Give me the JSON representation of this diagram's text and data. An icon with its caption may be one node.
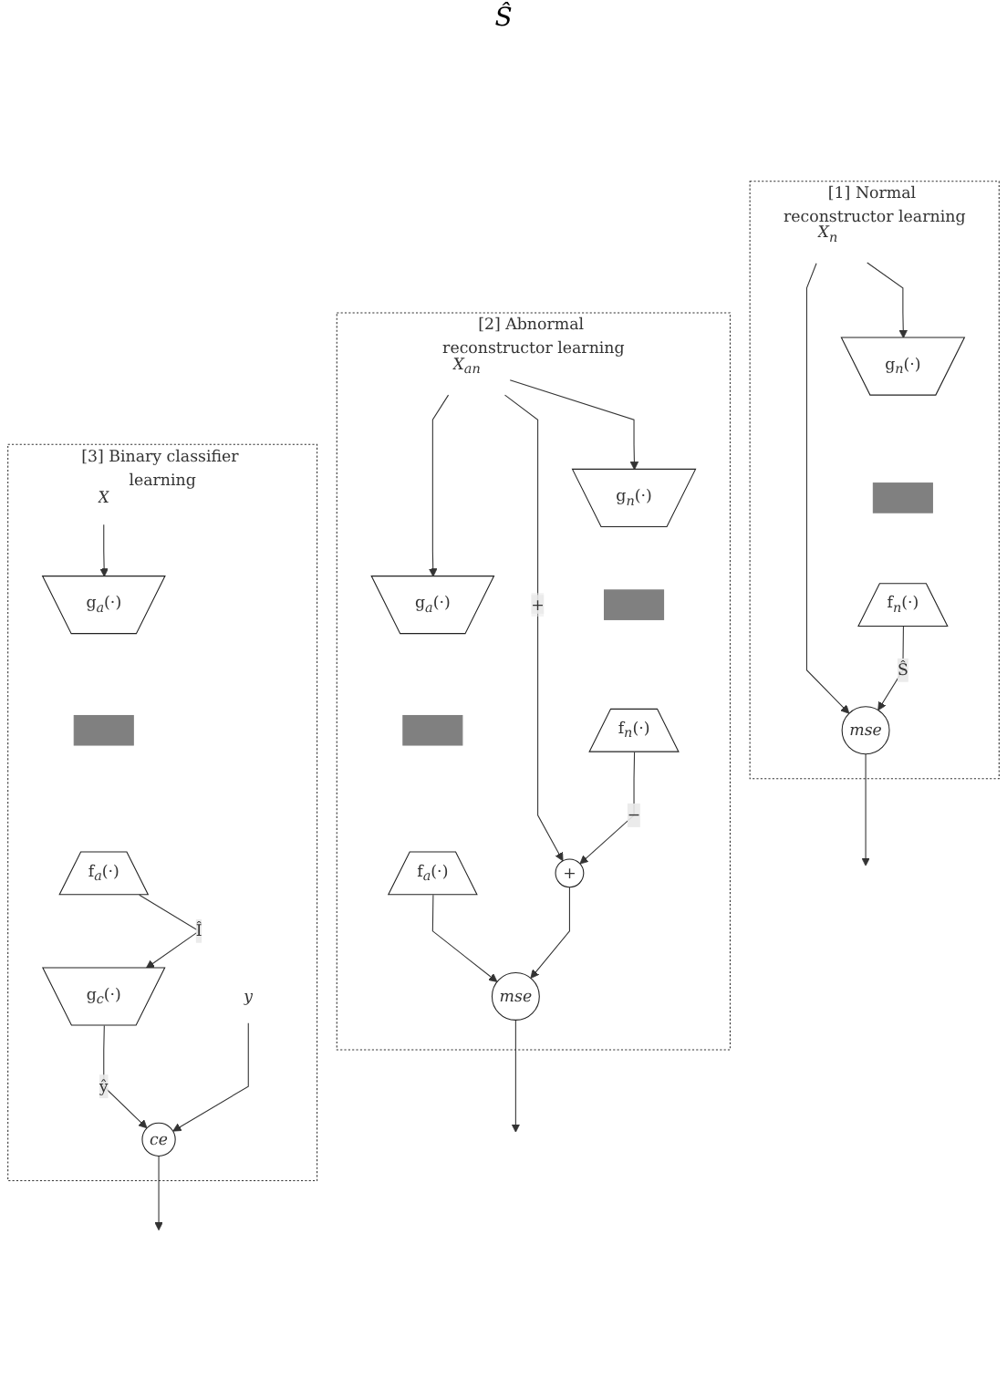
{
  "diagram": {
    "nodes": [
      {
        "text": [
          "[1] Normal reconstructor learning"
        ]
      },
      {
        "text": [
          "X$_{n}$"
        ],
        "in": 0
      },
      {
        "text": [
          "g$_{n}$(·)"
        ],
        "in": 0
      },
      {
        "text": [],
        "shape": "bar",
        "in": 0
      },
      {
        "text": [
          "f$_{n}$(·)"
        ],
        "in": 0
      },
      {
        "text": [
          "mse"
        ],
        "in": 0
      },
      {
        "text": [
          "[2] Abnormal reconstructor learning"
        ]
      },
      {
        "text": [
          "X$_{an}$"
        ],
        "in": 6
      },
      {
        "text": [
          "g$_{n}$(·)"
        ],
        "in": 6
      },
      {
        "text": [],
        "shape": "bar",
        "in": 6
      },
      {
        "text": [
          "f$_{n}$(·)"
        ],
        "in": 6
      },
      {
        "text": [
          "+"
        ],
        "in": 6
      },
      {
        "text": [
          "mse"
        ],
        "in": 6
      },
      {
        "text": [
          "g$_{a}$(·)"
        ],
        "in": 6
      },
      {
        "text": [],
        "shape": "bar",
        "in": 6
      },
      {
        "text": [
          "f$_{a}$(·)"
        ],
        "in": 6
      },
      {
        "text": [
          "[3] Binary classifier learning"
        ]
      },
      {
        "text": [
          "X"
        ],
        "in": 16
      },
      {
        "text": [
          "g$_{a}$(·)"
        ],
        "in": 16
      },
      {
        "text": [],
        "shape": "bar",
        "in": 16
      },
      {
        "text": [
          "f$_{a}$(·)"
        ],
        "in": 16
      },
      {
        "text": [
          "g$_{c}$(·)"
        ],
        "in": 16
      },
      {
        "text": [
          "y"
        ],
        "in": 16
      },
      {
        "text": [
          "ce"
        ],
        "in": 16
      }
    ],
    "edges": [
      {
        "from": 1,
        "to": 2,
        "arrow": "to"
      },
      {
        "from": 1,
        "to": 5,
        "arrow": "to"
      },
      {
        "from": 4,
        "to": 5,
        "arrow": "to",
        "label": "Ŝ"
      },
      {
        "from": 5,
        "to": null,
        "arrow": "to"
      },
      {
        "from": 7,
        "to": 8,
        "arrow": "to"
      },
      {
        "from": 7,
        "to": 11,
        "arrow": "to",
        "label": "+"
      },
      {
        "from": 7,
        "to": 13,
        "arrow": "to"
      },
      {
        "from": 10,
        "to": 11,
        "arrow": "to",
        "label": "−"
      },
      {
        "from": 11,
        "to": 12,
        "arrow": "to"
      },
      {
        "from": 15,
        "to": 12,
        "arrow": "to"
      },
      {
        "from": 12,
        "to": null,
        "arrow": "to"
      },
      {
        "from": 17,
        "to": 18,
        "arrow": "to"
      },
      {
        "from": 20,
        "to": 21,
        "arrow": "to",
        "label": "Î"
      },
      {
        "from": 22,
        "to": 23,
        "arrow": "to"
      },
      {
        "from": 21,
        "to": 23,
        "arrow": "to",
        "label": "ŷ"
      },
      {
        "from": 23,
        "to": null,
        "arrow": "to"
      }
    ],
    "labels": [
      "Ŝ"
    ]
  }
}
